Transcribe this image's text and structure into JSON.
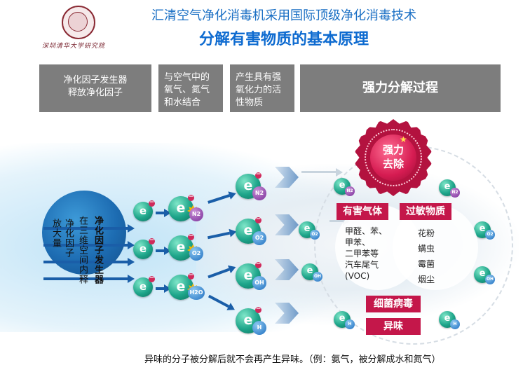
{
  "logo": {
    "text": "深圳清华大学研究院"
  },
  "header": {
    "title": "汇清空气净化消毒机采用国际顶级净化消毒技术",
    "subtitle": "分解有害物质的基本原理"
  },
  "steps": [
    {
      "line1": "净化因子发生器",
      "line2": "释放净化因子"
    },
    {
      "line1": "与空气中的",
      "line2": "氧气、氮气",
      "line3": "和水结合"
    },
    {
      "line1": "产生具有强",
      "line2": "氧化力的活",
      "line3": "性物质"
    },
    {
      "line1": "强力分解过程"
    }
  ],
  "source": {
    "col1": "放大量",
    "col1b": "净化因子",
    "col2": "在三维空间内释",
    "col3": "净化因子发生器"
  },
  "molecules": {
    "electron": "e",
    "minus": "−",
    "n2": "N2",
    "o2": "O2",
    "oh": "OH",
    "h2o": "H2O",
    "h": "H"
  },
  "badge": {
    "line1": "强力",
    "line2": "去除",
    "star": "★"
  },
  "categories": {
    "harmful_gas": "有害气体",
    "allergen": "过敏物质",
    "bacteria": "细菌病毒",
    "odor": "异味"
  },
  "harmful_list": [
    "甲醛、苯、",
    "甲苯、",
    "二甲苯等",
    "汽车尾气",
    "(VOC)"
  ],
  "allergen_list": [
    "花粉",
    "螨虫",
    "霉菌",
    "烟尘"
  ],
  "caption": "异味的分子被分解后就不会再产生异味。（例：氨气，被分解成水和氮气）"
}
